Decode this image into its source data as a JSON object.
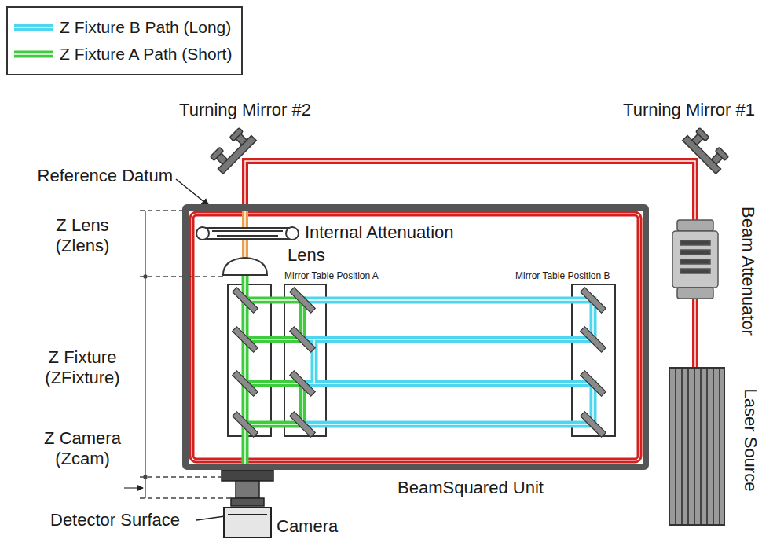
{
  "diagram": {
    "nodes": [
      {
        "text": [
          "BeamSquared Unit"
        ]
      },
      {
        "text": [
          "Camera"
        ]
      }
    ],
    "labels": [
      "Turning Mirror #2",
      "Turning Mirror #1",
      "Reference Datum",
      "Z Lens",
      "(Zlens)",
      "Internal Attenuation",
      "Lens",
      "Mirror Table Position A",
      "Mirror Table Position B",
      "Z Fixture",
      "(ZFixture)",
      "Z Camera",
      "(Zcam)",
      "Detector Surface",
      "Beam Attenuator",
      "Laser Source"
    ],
    "legend": [
      {
        "text": "Z Fixture B Path (Long)",
        "color": "#4dd6ee"
      },
      {
        "text": "Z Fixture A Path (Short)",
        "color": "#3ecb3e"
      }
    ]
  }
}
